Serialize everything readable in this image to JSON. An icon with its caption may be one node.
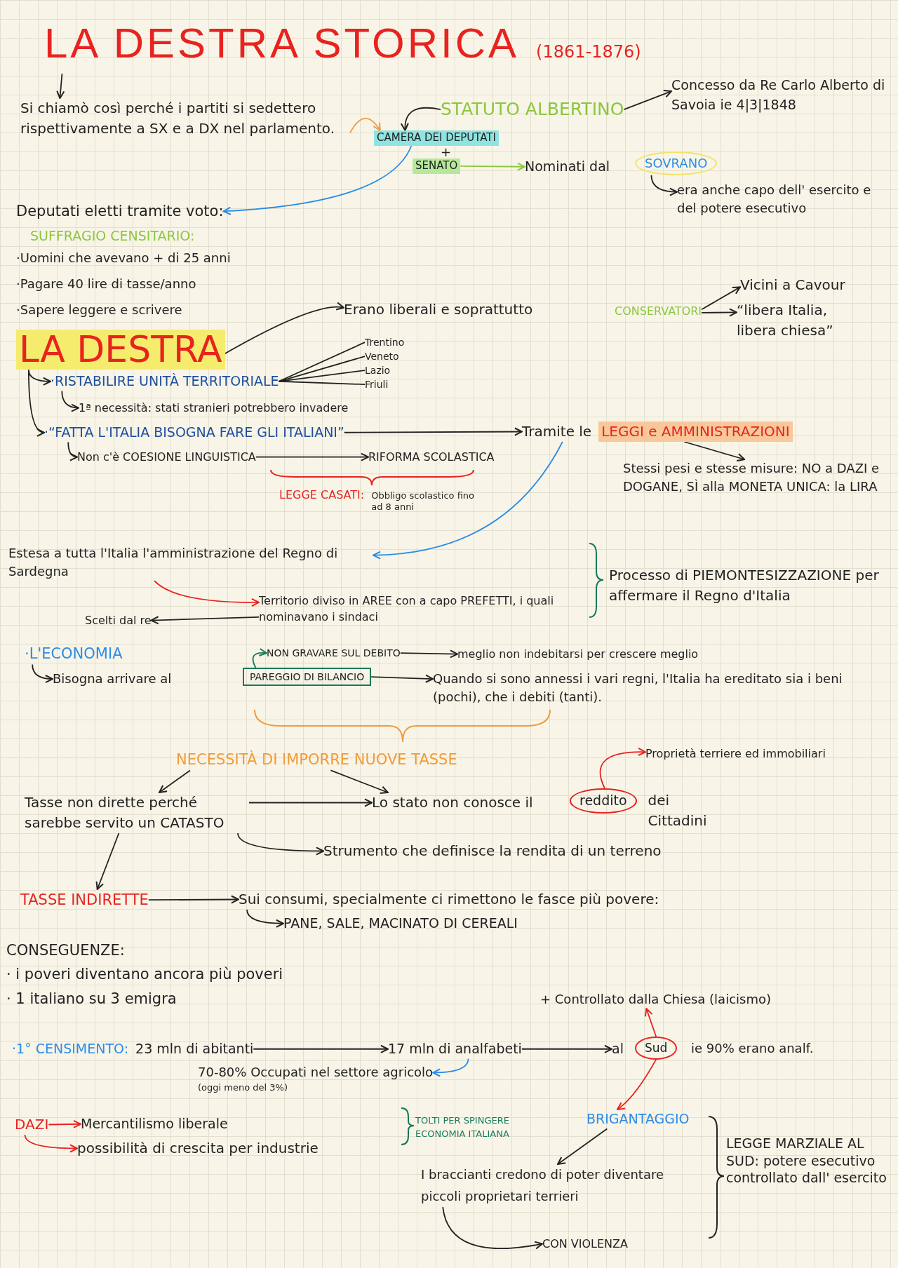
{
  "diagram": {
    "nodes": [
      {
        "text": [
          "LA DESTRA STORICA"
        ],
        "beside": [
          "(1861-1876)"
        ]
      },
      {
        "text": [
          "Si chiamò così perché i partiti si sedettero rispettivamente a SX e a DX nel parlamento."
        ]
      },
      {
        "text": [
          "STATUTO ALBERTINO"
        ]
      },
      {
        "text": [
          "Concesso da Re Carlo Alberto di Savoia ie 4|3|1848"
        ]
      },
      {
        "text": [
          "CAMERA DEI DEPUTATI"
        ]
      },
      {
        "text": [
          "SENATO"
        ]
      },
      {
        "text": [
          "Nominati dal"
        ]
      },
      {
        "text": [
          "SOVRANO"
        ]
      },
      {
        "text": [
          "era anche capo dell' esercito e del potere esecutivo"
        ]
      },
      {
        "text": [
          "Deputati eletti tramite voto:"
        ]
      },
      {
        "text": [
          "LA DESTRA"
        ]
      },
      {
        "text": [
          "Erano liberali e soprattutto"
        ]
      },
      {
        "text": [
          "CONSERVATORI"
        ]
      },
      {
        "text": [
          "Vicini a Cavour"
        ]
      },
      {
        "text": [
          "“libera Italia, libera chiesa”"
        ]
      },
      {
        "text": [
          "·RISTABILIRE UNITÀ TERRITORIALE"
        ]
      },
      {
        "text": [
          "Trentino"
        ]
      },
      {
        "text": [
          "Veneto"
        ]
      },
      {
        "text": [
          "Lazio"
        ]
      },
      {
        "text": [
          "Friuli"
        ]
      },
      {
        "text": [
          "1ª necessità: stati stranieri potrebbero invadere"
        ]
      },
      {
        "text": [
          "·“FATTA L'ITALIA BISOGNA FARE GLI ITALIANI”"
        ]
      },
      {
        "text": [
          "Tramite le",
          "LEGGI e AMMINISTRAZIONI"
        ]
      },
      {
        "text": [
          "Stessi pesi e stesse misure: NO a DAZI e DOGANE, SÌ alla MONETA UNICA: la LIRA"
        ]
      },
      {
        "text": [
          "Non c'è COESIONE LINGUISTICA"
        ]
      },
      {
        "text": [
          "RIFORMA SCOLASTICA"
        ]
      },
      {
        "text": [
          "LEGGE CASATI:",
          "Obbligo scolastico fino ad 8 anni"
        ]
      },
      {
        "text": [
          "Estesa a tutta l'Italia l'amministrazione del Regno di Sardegna"
        ]
      },
      {
        "text": [
          "Territorio diviso in AREE con a capo PREFETTI, i quali nominavano i sindaci"
        ]
      },
      {
        "text": [
          "Scelti dal re"
        ]
      },
      {
        "text": [
          "·L'ECONOMIA"
        ]
      },
      {
        "text": [
          "Bisogna arrivare al"
        ]
      },
      {
        "text": [
          "PAREGGIO DI BILANCIO"
        ]
      },
      {
        "text": [
          "NON GRAVARE SUL DEBITO"
        ]
      },
      {
        "text": [
          "meglio non indebitarsi per crescere meglio"
        ]
      },
      {
        "text": [
          "Quando si sono annessi i vari regni, l'Italia ha ereditato sia i beni (pochi), che i debiti (tanti)."
        ]
      },
      {
        "text": [
          "NECESSITÀ DI IMPORRE NUOVE TASSE"
        ]
      },
      {
        "text": [
          "Tasse non dirette perché sarebbe servito un CATASTO"
        ]
      },
      {
        "text": [
          "Lo stato non conosce il"
        ]
      },
      {
        "text": [
          "reddito"
        ],
        "beside": [
          "dei Cittadini"
        ]
      },
      {
        "text": [
          "Proprietà terriere ed immobiliari"
        ]
      },
      {
        "text": [
          "Strumento che definisce la rendita di un terreno"
        ]
      },
      {
        "text": [
          "TASSE INDIRETTE"
        ]
      },
      {
        "text": [
          "Sui consumi, specialmente ci rimettono le fasce più povere:"
        ]
      },
      {
        "text": [
          "PANE, SALE, MACINATO DI CEREALI"
        ]
      },
      {
        "text": [
          "+ Controllato dalla Chiesa (laicismo)"
        ]
      },
      {
        "text": [
          "·1° CENSIMENTO:",
          "23 mln di abitanti"
        ]
      },
      {
        "text": [
          "17 mln di analfabeti"
        ]
      },
      {
        "text": [
          "al"
        ]
      },
      {
        "text": [
          "Sud"
        ]
      },
      {
        "text": [
          "70-80% Occupati nel settore agricolo"
        ],
        "beside": [
          "(oggi meno del 3%)"
        ]
      },
      {
        "text": [
          "DAZI"
        ]
      },
      {
        "text": [
          "Mercantilismo liberale"
        ]
      },
      {
        "text": [
          "possibilità di crescita per industrie"
        ]
      },
      {
        "text": [
          "BRIGANTAGGIO"
        ]
      },
      {
        "text": [
          "I braccianti credono di poter diventare piccoli proprietari terrieri"
        ]
      },
      {
        "text": [
          "CON VIOLENZA"
        ]
      }
    ],
    "edges": [
      {
        "from": 0,
        "to": 1,
        "arrow": "to"
      },
      {
        "from": 1,
        "to": 4,
        "arrow": "to",
        "color": "#f29a3a"
      },
      {
        "from": 2,
        "to": 4,
        "arrow": "to"
      },
      {
        "from": 4,
        "to": 9,
        "arrow": "to",
        "color": "#2b8ce8"
      },
      {
        "from": 2,
        "to": 3,
        "arrow": "to"
      },
      {
        "from": 5,
        "to": 6,
        "arrow": "to",
        "color": "#8cc63f"
      },
      {
        "from": 7,
        "to": 8,
        "arrow": "to"
      },
      {
        "from": 10,
        "to": 11,
        "arrow": "to"
      },
      {
        "from": 12,
        "to": 13,
        "arrow": "to"
      },
      {
        "from": 12,
        "to": 14,
        "arrow": "to"
      },
      {
        "from": 10,
        "to": 15,
        "arrow": "to"
      },
      {
        "from": 10,
        "to": 21,
        "arrow": "to"
      },
      {
        "from": 15,
        "to": 16,
        "arrow": "none"
      },
      {
        "from": 15,
        "to": 17,
        "arrow": "none"
      },
      {
        "from": 15,
        "to": 18,
        "arrow": "none"
      },
      {
        "from": 15,
        "to": 19,
        "arrow": "none"
      },
      {
        "from": 15,
        "to": 20,
        "arrow": "to"
      },
      {
        "from": 21,
        "to": 22,
        "arrow": "to"
      },
      {
        "from": 22,
        "to": 23,
        "arrow": "to"
      },
      {
        "from": 21,
        "to": 24,
        "arrow": "to"
      },
      {
        "from": 24,
        "to": 25,
        "arrow": "to"
      },
      {
        "from": 22,
        "to": 27,
        "arrow": "to",
        "color": "#2b8ce8"
      },
      {
        "from": 27,
        "to": 28,
        "arrow": "to",
        "color": "#e8231f"
      },
      {
        "from": 28,
        "to": 29,
        "arrow": "to"
      },
      {
        "from": 30,
        "to": 31,
        "arrow": "to"
      },
      {
        "from": 32,
        "to": 33,
        "arrow": "to",
        "color": "#157a5b"
      },
      {
        "from": 33,
        "to": 34,
        "arrow": "to"
      },
      {
        "from": 32,
        "to": 35,
        "arrow": "to"
      },
      {
        "from": 36,
        "to": 37,
        "arrow": "to"
      },
      {
        "from": 36,
        "to": 38,
        "arrow": "to"
      },
      {
        "from": 37,
        "to": 38,
        "arrow": "to"
      },
      {
        "from": 39,
        "to": 40,
        "arrow": "to",
        "color": "#e8231f"
      },
      {
        "from": 37,
        "to": 41,
        "arrow": "to"
      },
      {
        "from": 37,
        "to": 42,
        "arrow": "to"
      },
      {
        "from": 42,
        "to": 43,
        "arrow": "to"
      },
      {
        "from": 43,
        "to": 44,
        "arrow": "to"
      },
      {
        "from": 46,
        "to": 47,
        "arrow": "to"
      },
      {
        "from": 47,
        "to": 48,
        "arrow": "to"
      },
      {
        "from": 49,
        "to": 45,
        "arrow": "to",
        "color": "#e8231f"
      },
      {
        "from": 47,
        "to": 50,
        "arrow": "to",
        "color": "#2b8ce8"
      },
      {
        "from": 49,
        "to": 54,
        "arrow": "to",
        "color": "#e8231f"
      },
      {
        "from": 51,
        "to": 52,
        "arrow": "to",
        "color": "#e8231f"
      },
      {
        "from": 51,
        "to": 53,
        "arrow": "to",
        "color": "#e8231f"
      },
      {
        "from": 54,
        "to": 55,
        "arrow": "to"
      },
      {
        "from": 55,
        "to": 56,
        "arrow": "to"
      }
    ],
    "labels": [
      "+",
      "SUFFRAGIO CENSITARIO:",
      "·Uomini che avevano + di 25 anni",
      "·Pagare 40 lire di tasse/anno",
      "·Sapere leggere e scrivere",
      "Processo di PIEMONTESIZZAZIONE per affermare il Regno d'Italia",
      "CONSEGUENZE:",
      "· i poveri diventano ancora più poveri",
      "· 1 italiano su 3 emigra",
      "ie 90% erano analf.",
      "TOLTI PER SPINGERE ECONOMIA ITALIANA",
      "LEGGE MARZIALE AL SUD: potere esecutivo controllato dall' esercito"
    ]
  }
}
